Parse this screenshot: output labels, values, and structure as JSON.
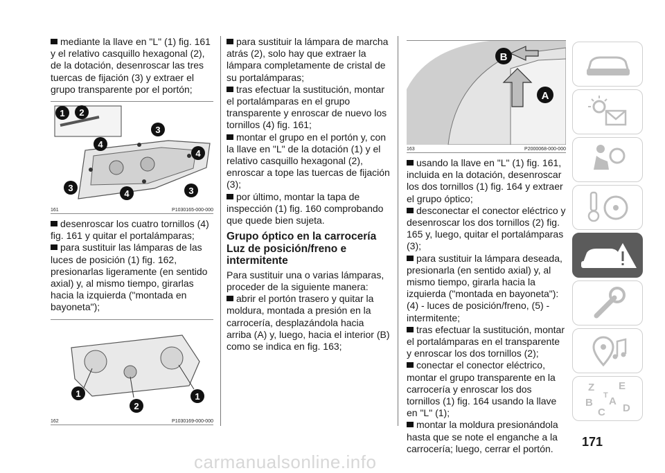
{
  "col1": {
    "p1": "mediante la llave en \"L\" (1) fig. 161 y el relativo casquillo hexagonal (2), de la dotación, desenroscar las tres tuercas de fijación (3) y extraer el grupo transparente por el portón;",
    "fig161": {
      "number": "161",
      "code": "P1030165-000-000",
      "callouts": [
        "1",
        "2",
        "3",
        "4",
        "4",
        "3",
        "3",
        "4"
      ]
    },
    "p2": "desenroscar los cuatro tornillos (4) fig. 161 y quitar el portalámparas;",
    "p3": "para sustituir las lámparas de las luces de posición (1) fig. 162, presionarlas ligeramente (en sentido axial) y, al mismo tiempo, girarlas hacia la izquierda (\"montada en bayoneta\");",
    "fig162": {
      "number": "162",
      "code": "P1030169-000-000",
      "callouts": [
        "1",
        "1",
        "2"
      ]
    }
  },
  "col2": {
    "p1": "para sustituir la lámpara de marcha atrás (2), solo hay que extraer la lámpara completamente de cristal de su portalámparas;",
    "p2": "tras efectuar la sustitución, montar el portalámparas en el grupo transparente y enroscar de nuevo los tornillos (4) fig. 161;",
    "p3": "montar el grupo en el portón y, con la llave en \"L\" de la dotación (1) y el relativo casquillo hexagonal (2), enroscar a tope las tuercas de fijación (3);",
    "p4": "por último, montar la tapa de inspección (1) fig. 160 comprobando que quede bien sujeta.",
    "heading": "Grupo óptico en la carrocería Luz de posición/freno e intermitente",
    "p5": "Para sustituir una o varias lámparas, proceder de la siguiente manera:",
    "p6": "abrir el portón trasero y quitar la moldura, montada a presión en la carrocería, desplazándola hacia arriba (A) y, luego, hacia el interior (B) como se indica en fig. 163;"
  },
  "col3": {
    "fig163": {
      "number": "163",
      "code": "P2000068-000-000",
      "callouts": [
        "B",
        "A"
      ]
    },
    "p1": "usando la llave en \"L\" (1) fig. 161, incluida en la dotación, desenroscar los dos tornillos (1) fig. 164 y extraer el grupo óptico;",
    "p2": "desconectar el conector eléctrico y desenroscar los dos tornillos (2) fig. 165 y, luego, quitar el portalámparas (3);",
    "p3": "para sustituir la lámpara deseada, presionarla (en sentido axial) y, al mismo tiempo, girarla hacia la izquierda (\"montada en bayoneta\"): (4) - luces de posición/freno, (5) - intermitente;",
    "p4": "tras efectuar la sustitución, montar el portalámparas en el transparente y enroscar los dos tornillos (2);",
    "p5": "conectar el conector eléctrico, montar el grupo transparente en la carrocería y enroscar los dos tornillos (1) fig. 164 usando la llave en \"L\" (1);",
    "p6": "montar la moldura presionándola hasta que se note el enganche a la carrocería; luego, cerrar el portón."
  },
  "sidebar": {
    "items": [
      {
        "icon": "car-icon",
        "active": false
      },
      {
        "icon": "sun-mail-icon",
        "active": false
      },
      {
        "icon": "airbag-seat-icon",
        "active": false
      },
      {
        "icon": "key-steering-icon",
        "active": false
      },
      {
        "icon": "car-warning-icon",
        "active": true
      },
      {
        "icon": "wrench-icon",
        "active": false
      },
      {
        "icon": "gps-music-icon",
        "active": false
      },
      {
        "icon": "alphabet-index-icon",
        "active": false
      }
    ],
    "index_letters": [
      "Z",
      "E",
      "B",
      "A",
      "C",
      "D",
      "T"
    ]
  },
  "page_number": "171",
  "watermark": "carmanualsonline.info"
}
